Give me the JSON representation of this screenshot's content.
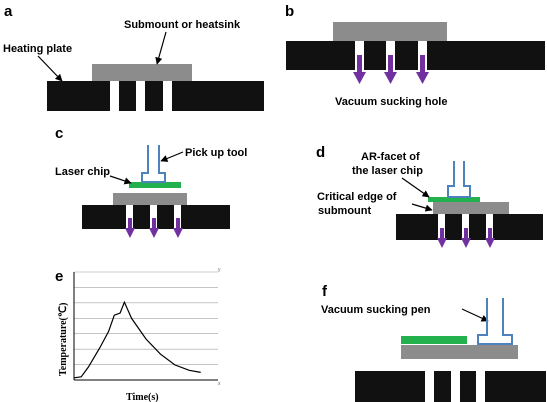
{
  "panels": {
    "a": {
      "letter": "a",
      "submount_label": "Submount or heatsink",
      "plate_label": "Heating plate"
    },
    "b": {
      "letter": "b",
      "hole_label": "Vacuum sucking hole"
    },
    "c": {
      "letter": "c",
      "chip_label": "Laser chip",
      "tool_label": "Pick up tool"
    },
    "d": {
      "letter": "d",
      "facet_label_line1": "AR-facet of",
      "facet_label_line2": "the laser chip",
      "edge_label_line1": "Critical edge of",
      "edge_label_line2": "submount"
    },
    "e": {
      "letter": "e",
      "y_label": "Temperature(℃)",
      "x_label": "Time(s)",
      "y_axis_mark": "y",
      "x_axis_mark": "x"
    },
    "f": {
      "letter": "f",
      "pen_label": "Vacuum sucking pen"
    }
  },
  "colors": {
    "plate": "#111111",
    "submount": "#8c8c8c",
    "chip": "#22b14c",
    "tool": "#4f81bd",
    "arrow": "#7030a0",
    "grid": "#a0a0a0"
  },
  "chart_data": {
    "type": "line",
    "title": "",
    "xlabel": "Time(s)",
    "ylabel": "Temperature(℃)",
    "grid": true,
    "x": [
      0,
      0.05,
      0.1,
      0.18,
      0.24,
      0.28,
      0.32,
      0.35,
      0.4,
      0.5,
      0.6,
      0.7,
      0.8,
      0.88
    ],
    "y": [
      0.02,
      0.03,
      0.12,
      0.3,
      0.45,
      0.6,
      0.62,
      0.72,
      0.57,
      0.38,
      0.24,
      0.14,
      0.09,
      0.07
    ]
  }
}
